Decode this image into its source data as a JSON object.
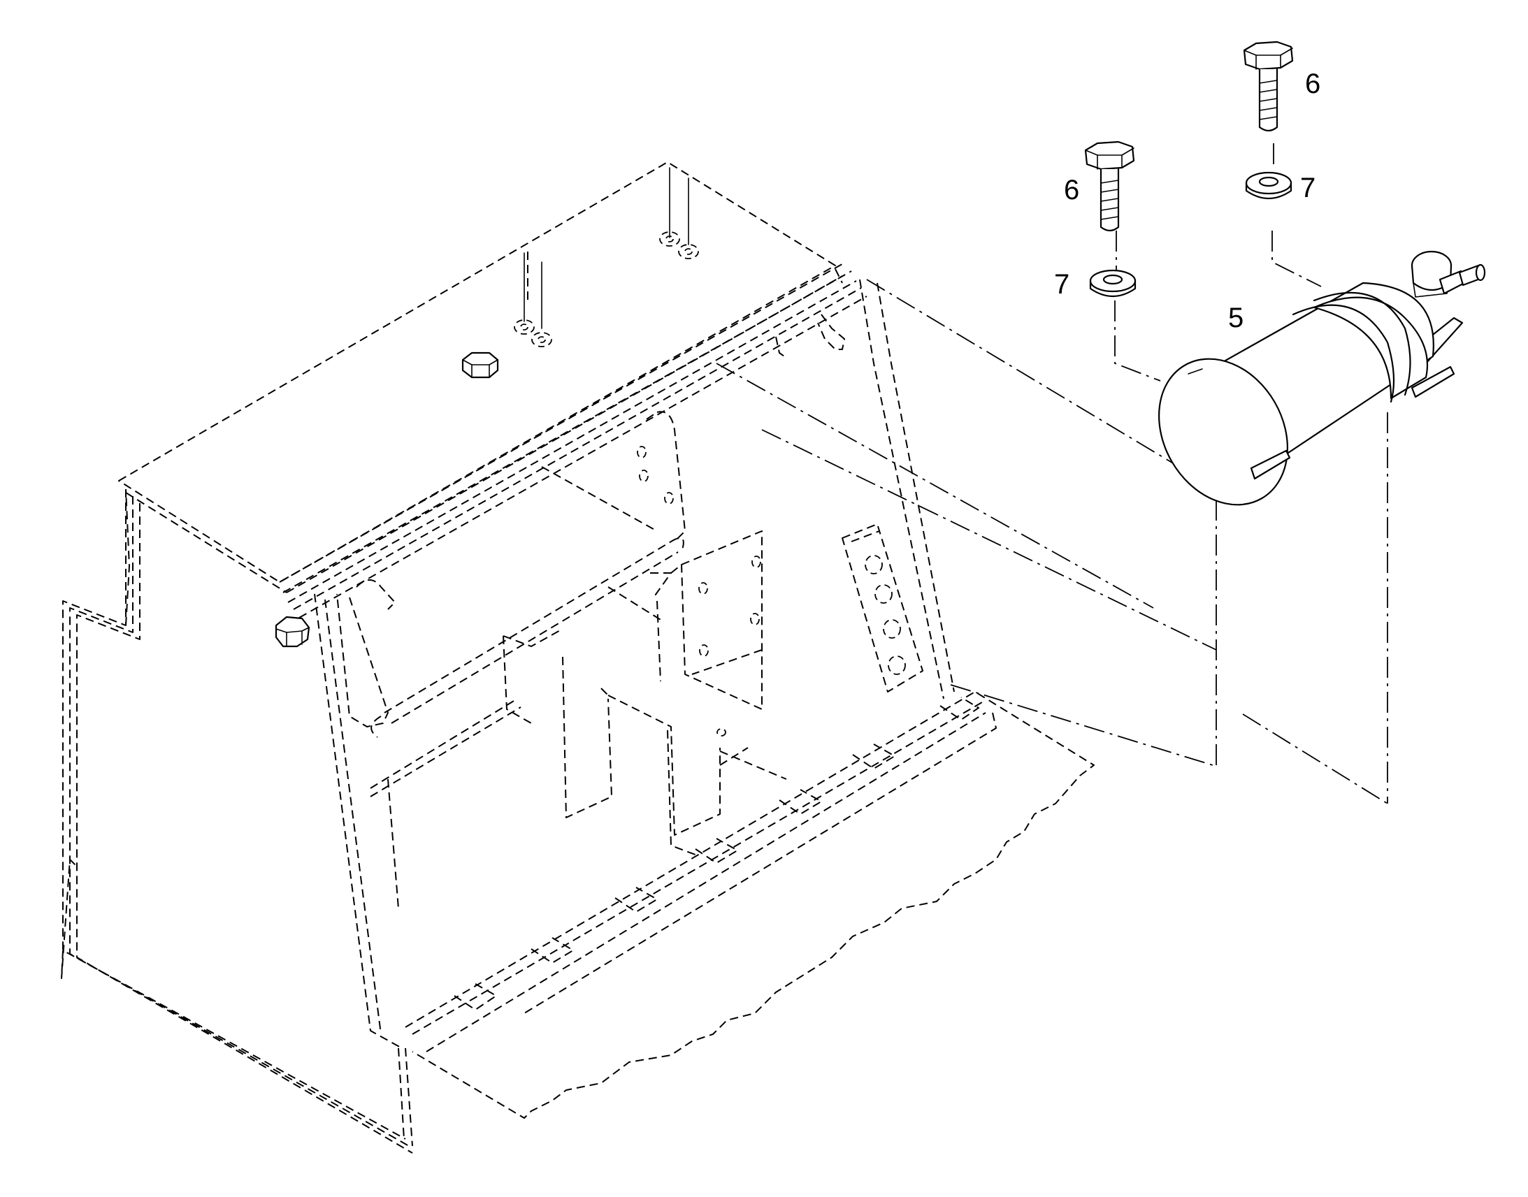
{
  "callouts": [
    {
      "id": "callout-5",
      "label": "5"
    },
    {
      "id": "callout-6-left",
      "label": "6"
    },
    {
      "id": "callout-6-right",
      "label": "6"
    },
    {
      "id": "callout-7-left",
      "label": "7"
    },
    {
      "id": "callout-7-right",
      "label": "7"
    }
  ],
  "colors": {
    "line": "#000000",
    "background": "#ffffff"
  }
}
